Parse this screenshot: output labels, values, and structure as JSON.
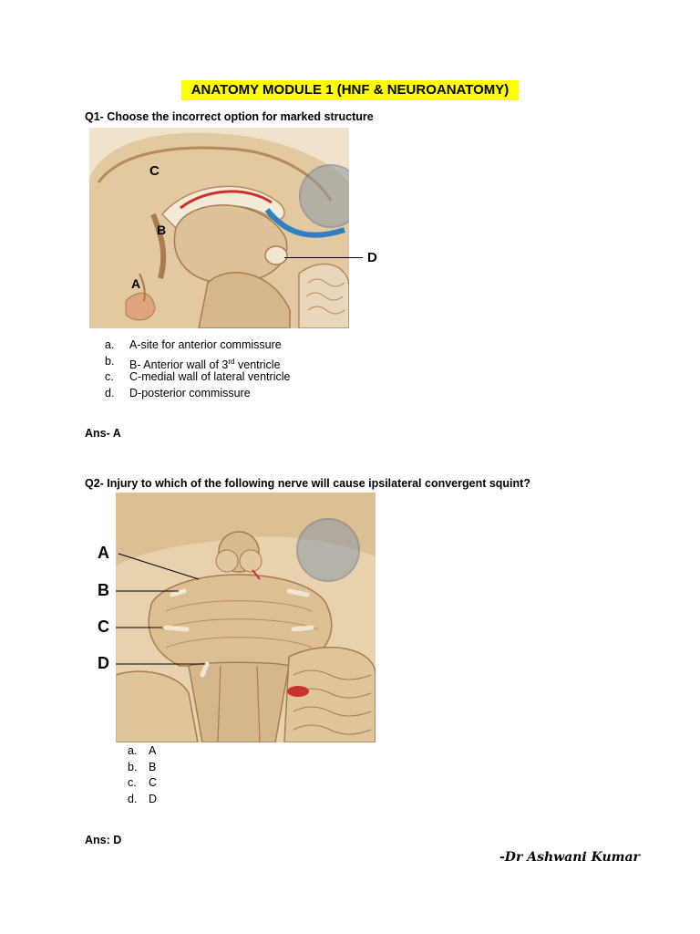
{
  "title": "ANATOMY MODULE 1 (HNF & NEUROANATOMY)",
  "q1": {
    "question": "Q1- Choose the incorrect option for marked structure",
    "figure_labels": [
      "C",
      "B",
      "A",
      "D"
    ],
    "options": [
      {
        "letter": "a.",
        "pre": "A-site for anterior commissure",
        "sup": "",
        "post": ""
      },
      {
        "letter": "b.",
        "pre": "B- Anterior wall of 3",
        "sup": "rd",
        "post": " ventricle"
      },
      {
        "letter": "c.",
        "pre": "C-medial wall of lateral ventricle",
        "sup": "",
        "post": ""
      },
      {
        "letter": "d.",
        "pre": "D-posterior commissure",
        "sup": "",
        "post": ""
      }
    ],
    "answer": "Ans- A"
  },
  "q2": {
    "question": "Q2- Injury to which of the following nerve will cause ipsilateral convergent squint?",
    "figure_labels": [
      "A",
      "B",
      "C",
      "D"
    ],
    "options": [
      {
        "letter": "a.",
        "text": "A"
      },
      {
        "letter": "b.",
        "text": "B"
      },
      {
        "letter": "c.",
        "text": "C"
      },
      {
        "letter": "d.",
        "text": "D"
      }
    ],
    "answer": "Ans: D"
  },
  "signature": "-Dr Ashwani Kumar",
  "colors": {
    "highlight": "#ffff00",
    "tissue": "#d9b98f",
    "tissue_dark": "#b8895a",
    "vessel_red": "#c8322a",
    "vessel_blue": "#2f7fc6"
  }
}
